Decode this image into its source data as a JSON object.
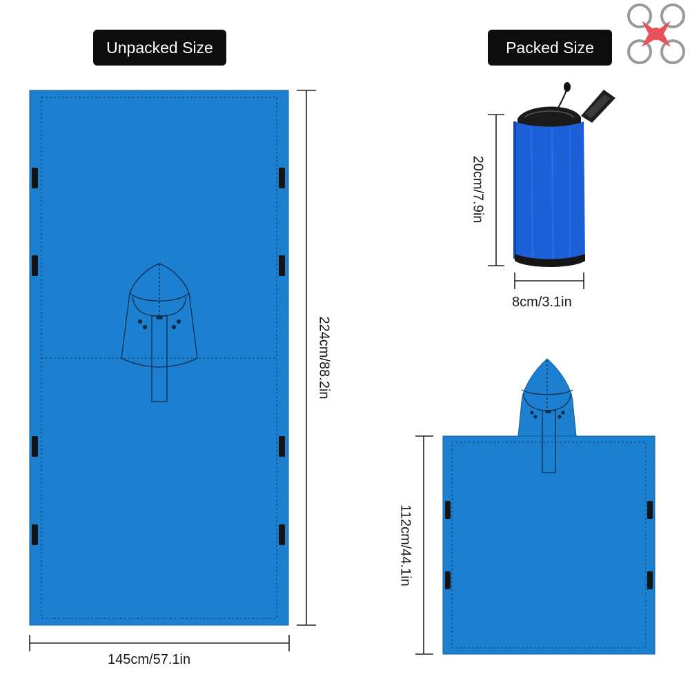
{
  "labels": {
    "unpacked": "Unpacked Size",
    "packed": "Packed Size"
  },
  "dimensions": {
    "unpacked_width": "145cm/57.1in",
    "unpacked_length": "224cm/88.2in",
    "packed_height": "20cm/7.9in",
    "packed_width": "8cm/3.1in",
    "poncho_length": "112cm/44.1in"
  },
  "colors": {
    "fabric": "#1c7fd0",
    "bag": "#1c5fd6",
    "pill": "#0d0d0d",
    "logo_accent": "#e8515a"
  },
  "icons": {
    "logo": "drone-logo-icon"
  }
}
